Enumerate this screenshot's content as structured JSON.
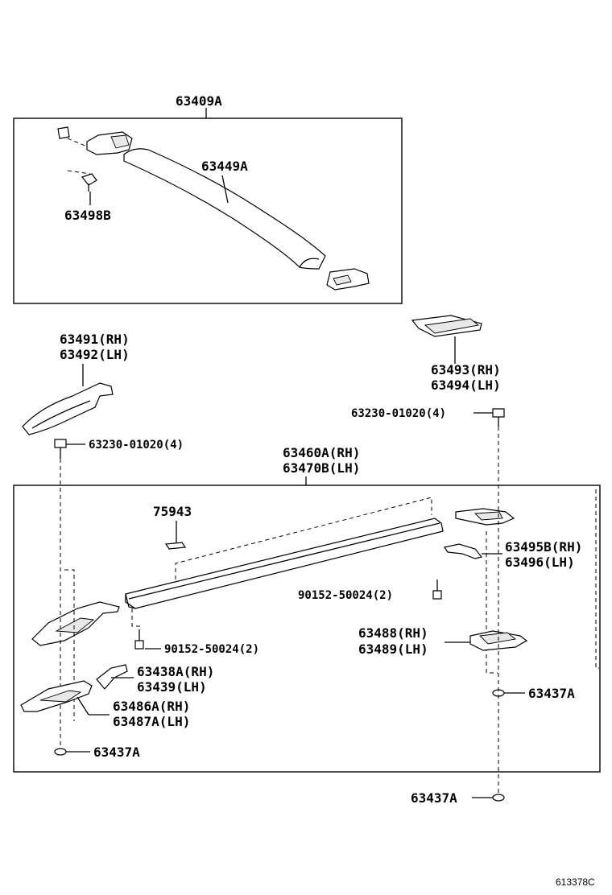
{
  "labels": {
    "assembly_top": "63409A",
    "rail_cover": "63449A",
    "clip_top": "63498B",
    "front_cover": [
      "63491(RH)",
      "63492(LH)"
    ],
    "rear_cover": [
      "63493(RH)",
      "63494(LH)"
    ],
    "bolt_right": "63230-01020(4)",
    "bolt_left": "63230-01020(4)",
    "rail_assy": [
      "63460A(RH)",
      "63470B(LH)"
    ],
    "tape": "75943",
    "bracket_right": [
      "63495B(RH)",
      "63496(LH)"
    ],
    "screw_right": "90152-50024(2)",
    "base_right": [
      "63488(RH)",
      "63489(LH)"
    ],
    "screw_left": "90152-50024(2)",
    "bracket_left": [
      "63438A(RH)",
      "63439(LH)"
    ],
    "base_left": [
      "63486A(RH)",
      "63487A(LH)"
    ],
    "pad_left_inner": "63437A",
    "pad_right_inner": "63437A",
    "pad_right_outer": "63437A"
  },
  "figure_ref": "613378C"
}
